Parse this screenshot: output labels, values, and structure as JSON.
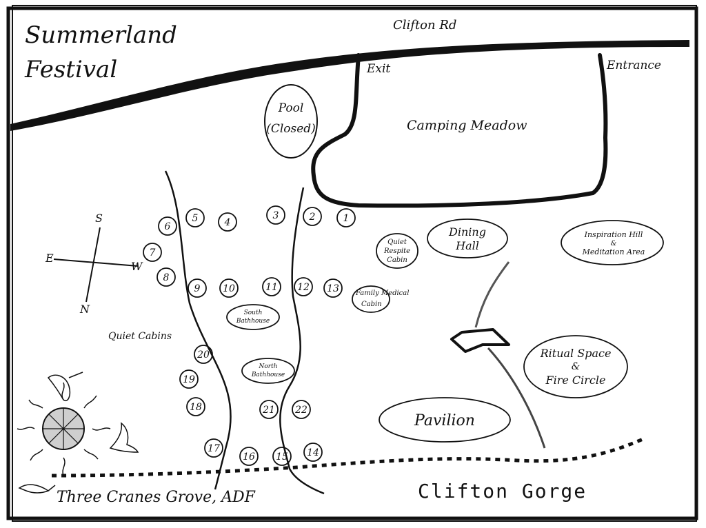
{
  "title_line1": "Summerland",
  "title_line2": "Festival",
  "road_label": "Clifton Rd",
  "exit_label": "Exit",
  "entrance_label": "Entrance",
  "camping_meadow": "Camping Meadow",
  "pool_line1": "Pool",
  "pool_line2": "(Closed)",
  "compass": {
    "s": "S",
    "e": "E",
    "w": "W",
    "n": "N"
  },
  "quiet_respite": [
    "Quiet",
    "Respite",
    "Cabin"
  ],
  "dining_hall": [
    "Dining",
    "Hall"
  ],
  "inspiration_hill": [
    "Inspiration Hill",
    "&",
    "Meditation Area"
  ],
  "family_medical": [
    "Family Medical",
    "Cabin"
  ],
  "south_bathhouse": [
    "South",
    "Bathhouse"
  ],
  "north_bathhouse": [
    "North",
    "Bathhouse"
  ],
  "quiet_cabins": "Quiet Cabins",
  "ritual_space": [
    "Ritual Space",
    "&",
    "Fire Circle"
  ],
  "pavilion": "Pavilion",
  "gorge_label": "Clifton Gorge",
  "grove_label": "Three Cranes Grove, ADF",
  "cabins": [
    "1",
    "2",
    "3",
    "4",
    "5",
    "6",
    "7",
    "8",
    "9",
    "10",
    "11",
    "12",
    "13",
    "14",
    "15",
    "16",
    "17",
    "18",
    "19",
    "20",
    "21",
    "22"
  ]
}
